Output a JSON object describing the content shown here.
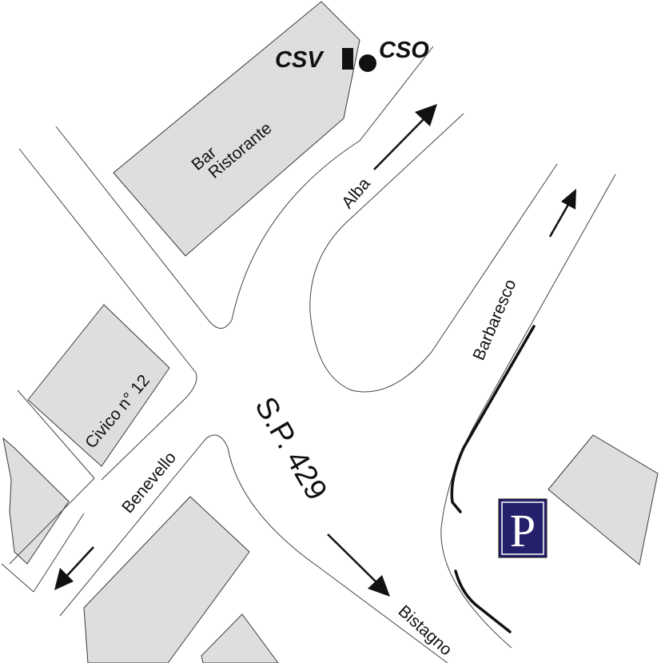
{
  "labels": {
    "bar_ristorante_line1": "Bar",
    "bar_ristorante_line2": "Ristorante",
    "civico": "Civico n° 12",
    "sp429": "S.P. 429",
    "alba": "Alba",
    "barbaresco": "Barbaresco",
    "benevello": "Benevello",
    "bistagno": "Bistagno",
    "csv": "CSV",
    "cso": "CSO",
    "parking": "P"
  },
  "colors": {
    "building_fill": "#dedede",
    "parking_bg": "#25206b",
    "parking_fg": "#ffffff"
  }
}
